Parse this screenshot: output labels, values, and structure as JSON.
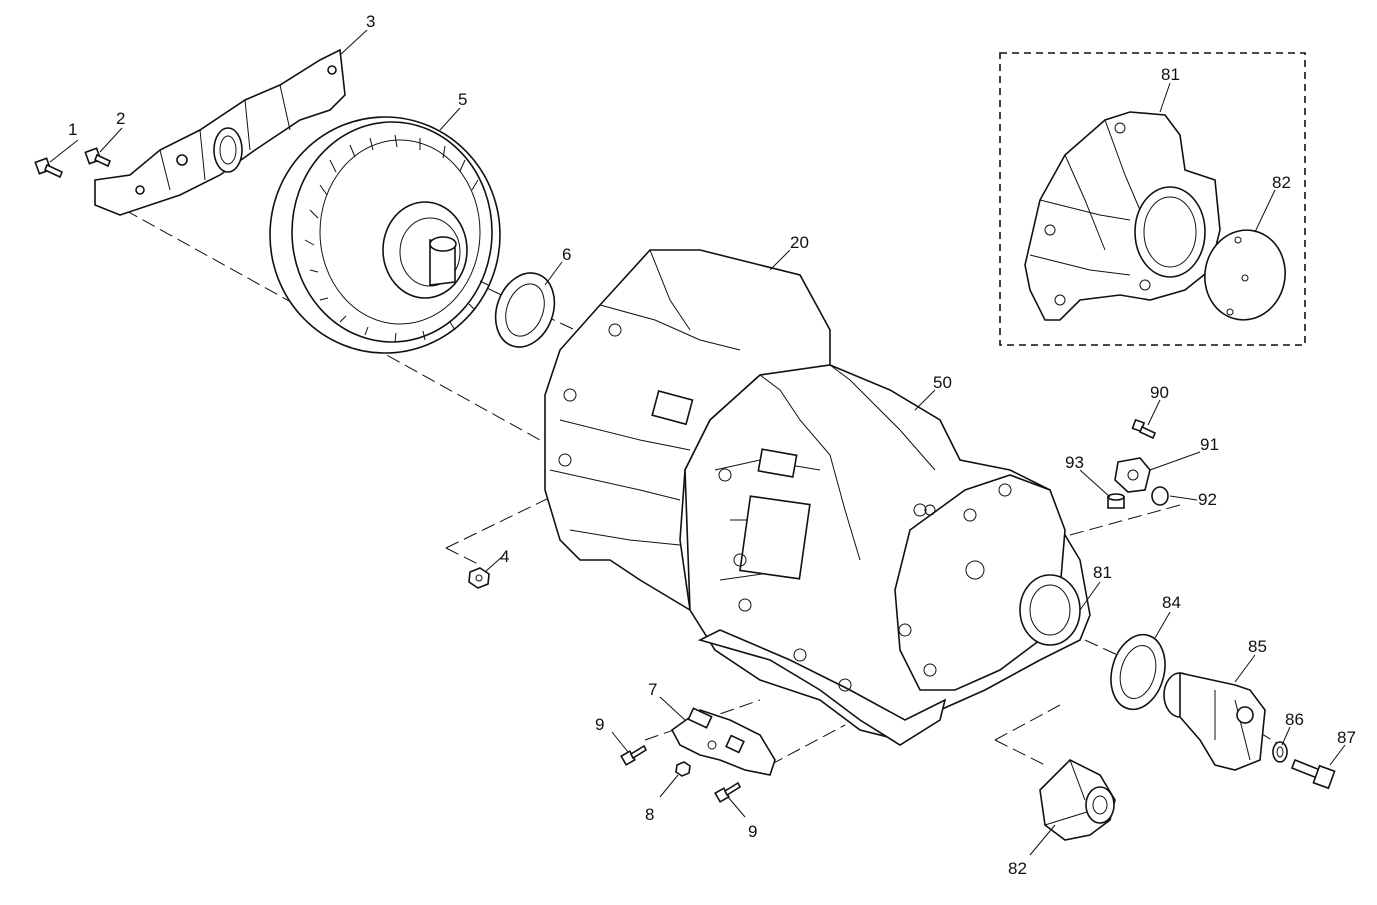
{
  "diagram": {
    "callouts": [
      {
        "id": "c1",
        "label": "1"
      },
      {
        "id": "c2",
        "label": "2"
      },
      {
        "id": "c3",
        "label": "3"
      },
      {
        "id": "c4",
        "label": "4"
      },
      {
        "id": "c5",
        "label": "5"
      },
      {
        "id": "c6",
        "label": "6"
      },
      {
        "id": "c7",
        "label": "7"
      },
      {
        "id": "c8",
        "label": "8"
      },
      {
        "id": "c9a",
        "label": "9"
      },
      {
        "id": "c9b",
        "label": "9"
      },
      {
        "id": "c20",
        "label": "20"
      },
      {
        "id": "c50",
        "label": "50"
      },
      {
        "id": "c81a",
        "label": "81"
      },
      {
        "id": "c81b",
        "label": "81"
      },
      {
        "id": "c82a",
        "label": "82"
      },
      {
        "id": "c82b",
        "label": "82"
      },
      {
        "id": "c84",
        "label": "84"
      },
      {
        "id": "c85",
        "label": "85"
      },
      {
        "id": "c86",
        "label": "86"
      },
      {
        "id": "c87",
        "label": "87"
      },
      {
        "id": "c90",
        "label": "90"
      },
      {
        "id": "c91",
        "label": "91"
      },
      {
        "id": "c92",
        "label": "92"
      },
      {
        "id": "c93",
        "label": "93"
      }
    ]
  }
}
